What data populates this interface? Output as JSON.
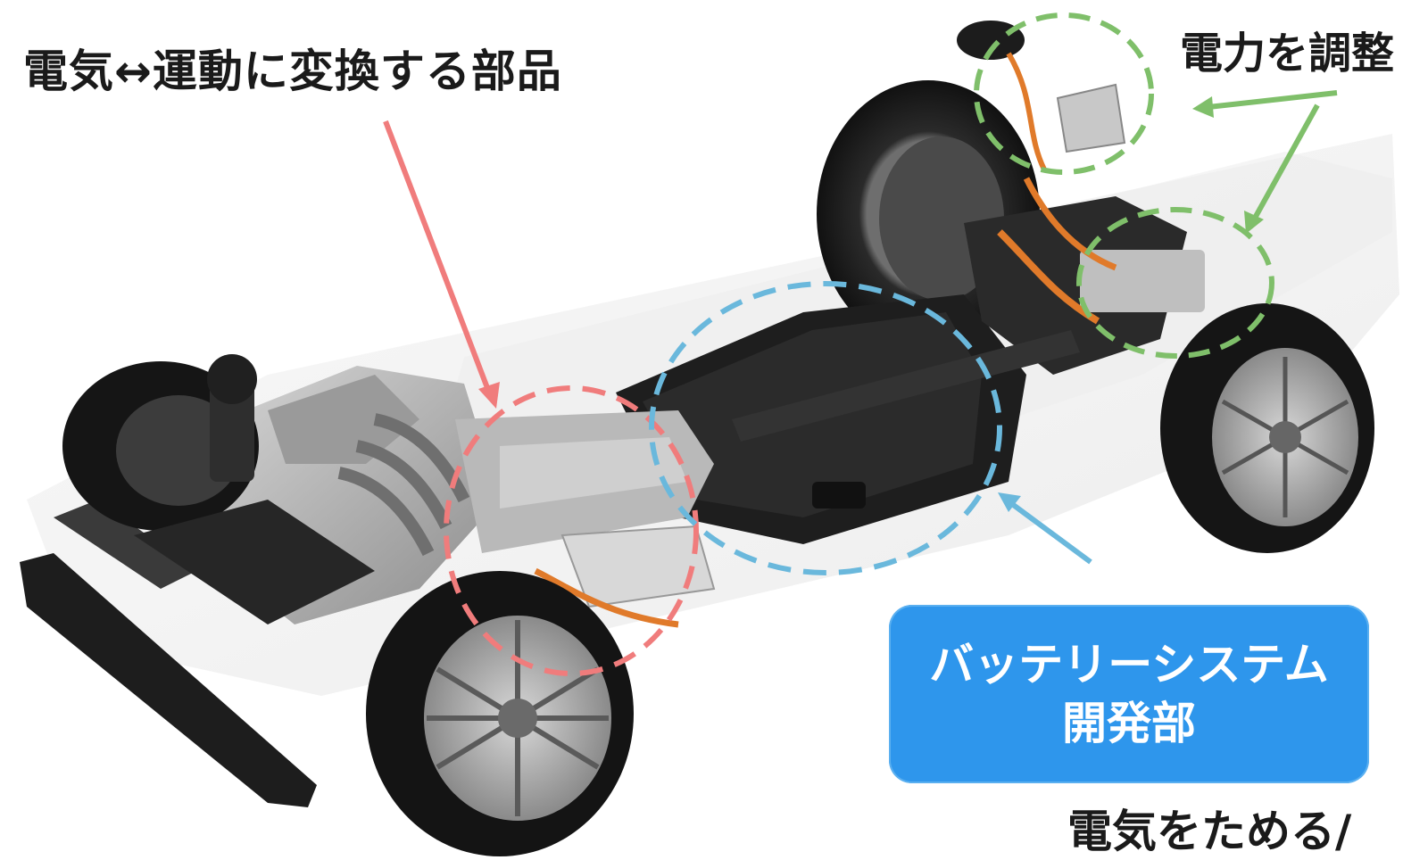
{
  "labels": {
    "motor_conversion": "電気↔運動に変換する部品",
    "power_regulation": "電力を調整",
    "energy_storage": "電気をためる/"
  },
  "badge": {
    "line1": "バッテリーシステム",
    "line2": "開発部"
  },
  "colors": {
    "motor_highlight": "#f07c7c",
    "battery_highlight": "#6ab8dc",
    "power_highlight": "#7fbf6a",
    "badge_bg": "#2e96ec"
  },
  "image": {
    "subject": "hybrid vehicle chassis (platform cutaway)"
  }
}
